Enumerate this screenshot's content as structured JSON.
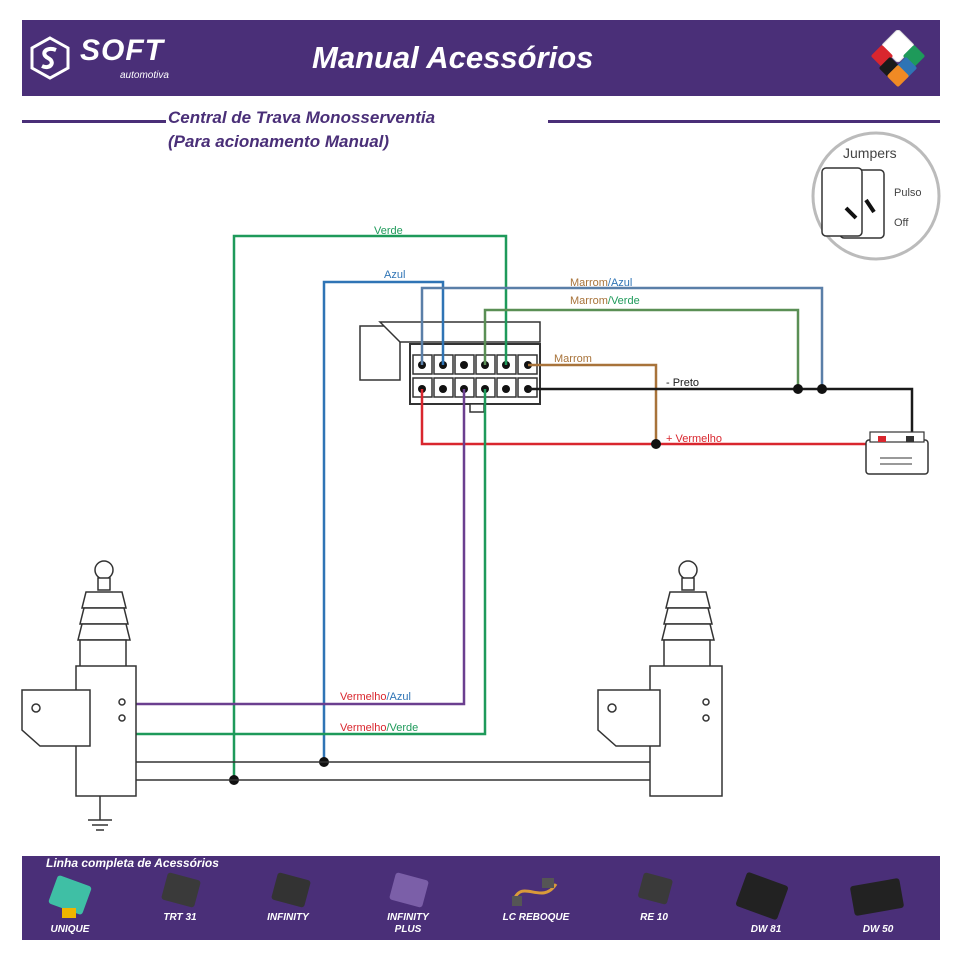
{
  "header": {
    "logo_text": "SOFT",
    "logo_sub": "automotiva",
    "title": "Manual Acessórios"
  },
  "subtitle": {
    "line1": "Central de Trava Monosserventia",
    "line2": "(Para acionamento Manual)"
  },
  "jumpers": {
    "title": "Jumpers",
    "label_pulso": "Pulso",
    "label_off": "Off"
  },
  "wires": {
    "verde": "Verde",
    "azul": "Azul",
    "marrom_azul_a": "Marrom",
    "marrom_azul_b": "/Azul",
    "marrom_verde_a": "Marrom",
    "marrom_verde_b": "/Verde",
    "marrom": "Marrom",
    "preto": "- Preto",
    "vermelho": "+ Vermelho",
    "vermelho_azul_a": "Vermelho",
    "vermelho_azul_b": "/Azul",
    "vermelho_verde_a": "Vermelho",
    "vermelho_verde_b": "/Verde"
  },
  "colors": {
    "brand": "#4a2f78",
    "verde": "#1e9a5a",
    "azul": "#2f74b5",
    "marrom": "#a8733a",
    "preto": "#1a1a1a",
    "vermelho": "#d9262e",
    "roxo": "#6b3f8f"
  },
  "footer": {
    "title": "Linha completa de Acessórios",
    "products": [
      {
        "name": "UNIQUE",
        "icon": "unique-module-icon"
      },
      {
        "name": "TRT 31",
        "icon": "trt31-module-icon"
      },
      {
        "name": "INFINITY",
        "icon": "infinity-module-icon"
      },
      {
        "name": "INFINITY PLUS",
        "icon": "infinity-plus-module-icon"
      },
      {
        "name": "LC REBOQUE",
        "icon": "lc-reboque-harness-icon"
      },
      {
        "name": "RE 10",
        "icon": "re10-module-icon"
      },
      {
        "name": "DW 81",
        "icon": "dw81-module-icon"
      },
      {
        "name": "DW 50",
        "icon": "dw50-module-icon"
      }
    ]
  }
}
